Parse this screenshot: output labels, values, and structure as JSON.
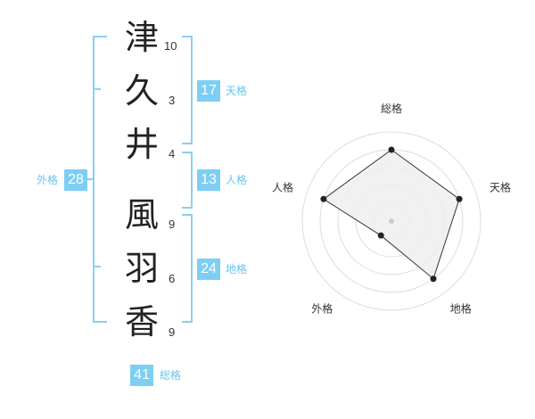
{
  "colors": {
    "bracket": "#8ccff2",
    "badge": "#7ecef4",
    "label": "#6cc3ee",
    "kanji": "#222222",
    "radar_fill": "#eeeeee",
    "radar_line": "#333333",
    "radar_grid": "#dddddd"
  },
  "name": {
    "characters": [
      {
        "char": "津",
        "strokes": "10"
      },
      {
        "char": "久",
        "strokes": "3"
      },
      {
        "char": "井",
        "strokes": "4"
      },
      {
        "char": "風",
        "strokes": "9"
      },
      {
        "char": "羽",
        "strokes": "6"
      },
      {
        "char": "香",
        "strokes": "9"
      }
    ]
  },
  "kakusu": {
    "tenkaku": {
      "value": "17",
      "label": "天格"
    },
    "jinkaku": {
      "value": "13",
      "label": "人格"
    },
    "chikaku": {
      "value": "24",
      "label": "地格"
    },
    "gaikaku": {
      "value": "28",
      "label": "外格"
    },
    "soukaku": {
      "value": "41",
      "label": "総格"
    }
  },
  "chart_data": {
    "type": "radar",
    "axes": [
      "総格",
      "天格",
      "地格",
      "外格",
      "人格"
    ],
    "values": [
      4,
      4,
      4,
      1,
      4
    ],
    "max": 5,
    "rings": 5
  }
}
